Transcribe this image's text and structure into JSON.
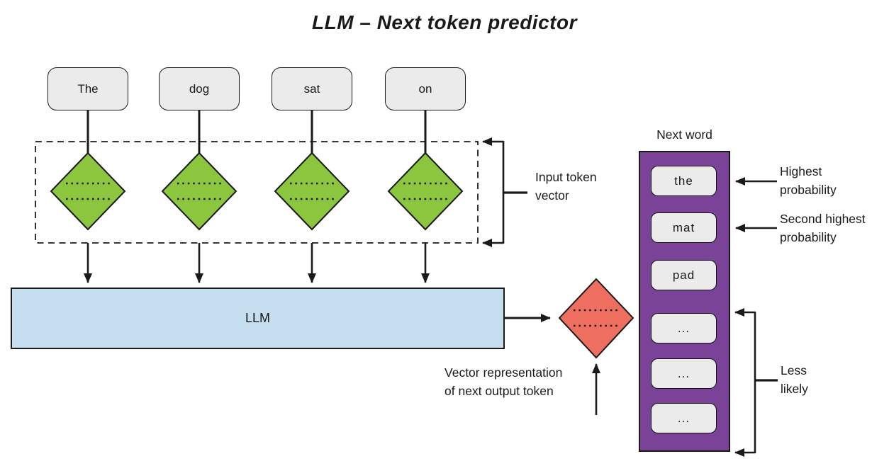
{
  "title": "LLM – Next token predictor",
  "tokens": [
    "The",
    "dog",
    "sat",
    "on"
  ],
  "labels": {
    "llm": "LLM",
    "input_token_vector": [
      "Input token",
      "vector"
    ],
    "vector_representation": [
      "Vector representation",
      "of next output token"
    ],
    "next_word": "Next word",
    "highest_probability": [
      "Highest",
      "probability"
    ],
    "second_highest_probability": [
      "Second highest",
      "probability"
    ],
    "less_likely": [
      "Less",
      "likely"
    ]
  },
  "next_word_panel": {
    "items": [
      "the",
      "mat",
      "pad",
      "...",
      "...",
      "..."
    ]
  },
  "colors": {
    "token_box_fill": "#ebebeb",
    "embedding_green": "#8cc63f",
    "llm_blue": "#c5dff0",
    "output_red": "#ee6e5f",
    "panel_purple": "#7b4397",
    "line_black": "#1a1a1a",
    "background": "#ffffff"
  }
}
